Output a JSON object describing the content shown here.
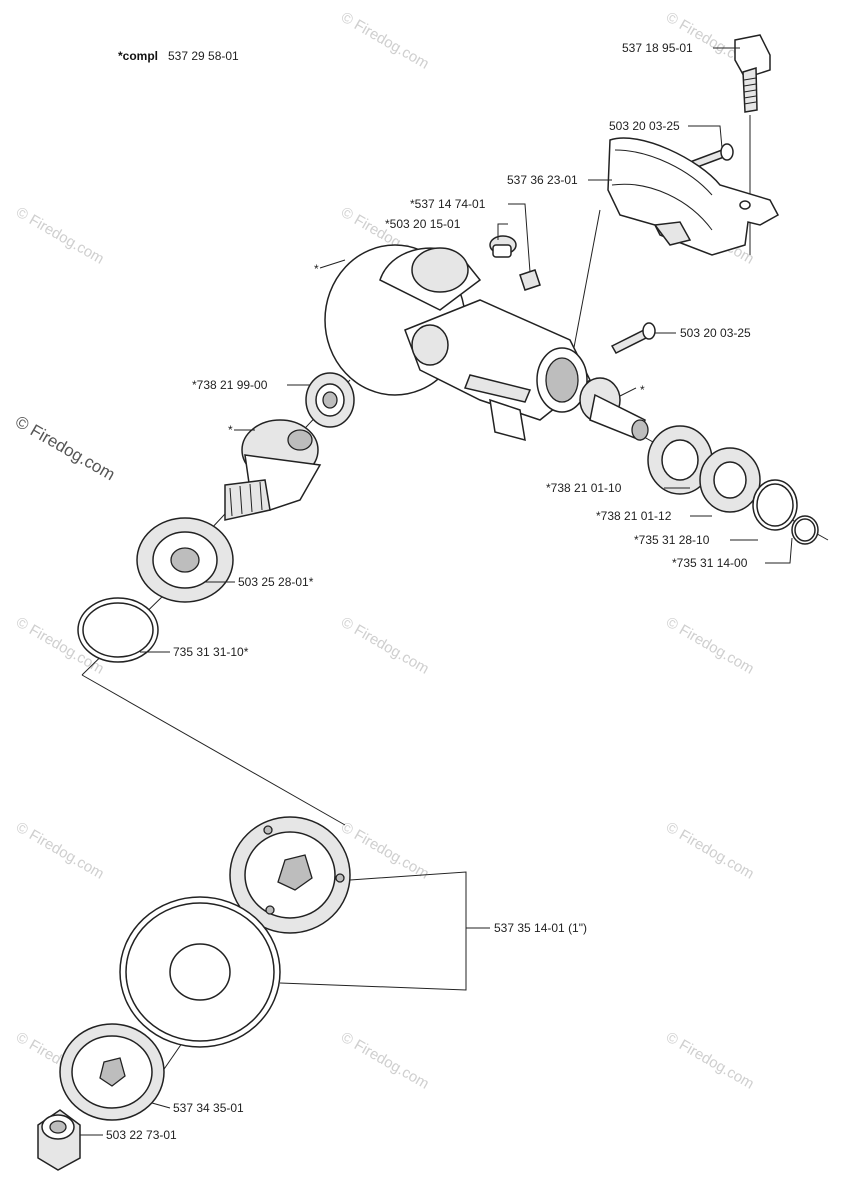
{
  "kit": {
    "prefix": "*compl",
    "number": "537 29 58-01"
  },
  "watermark": {
    "text": "© Firedog.com",
    "side_text": "© Firedog.com"
  },
  "labels": {
    "p_537_18_95_01": "537 18 95-01",
    "p_503_20_03_25_top": "503 20 03-25",
    "p_537_36_23_01": "537 36 23-01",
    "p_537_14_74_01": "*537 14 74-01",
    "p_503_20_15_01": "*503 20 15-01",
    "asterisk_housing": "*",
    "p_503_20_03_25_mid": "503 20 03-25",
    "p_738_21_99_00": "*738 21 99-00",
    "asterisk_gear": "*",
    "asterisk_shaft": "*",
    "p_738_21_01_10": "*738 21 01-10",
    "p_738_21_01_12": "*738 21 01-12",
    "p_735_31_28_10": "*735 31 28-10",
    "p_735_31_14_00": "*735 31 14-00",
    "p_503_25_28_01": "503 25 28-01*",
    "p_735_31_31_10": "735 31 31-10*",
    "p_537_35_14_01": "537 35 14-01 (1\")",
    "p_537_34_35_01": "537 34 35-01",
    "p_503_22_73_01": "503 22 73-01"
  }
}
